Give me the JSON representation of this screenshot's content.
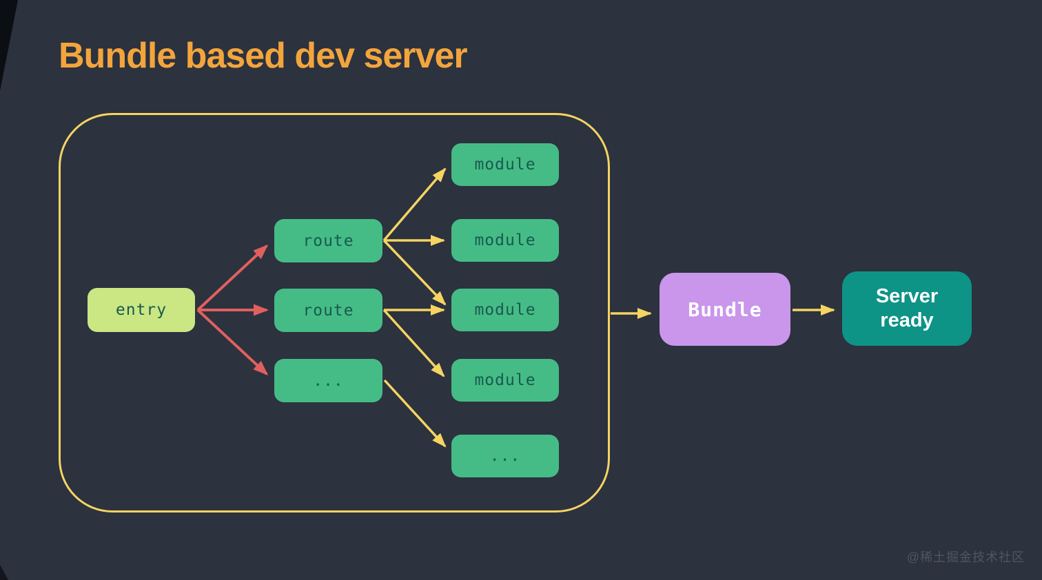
{
  "title": "Bundle based dev server",
  "watermark": "@稀土掘金技术社区",
  "colors": {
    "bg": "#2c323e",
    "orange": "#f3a53d",
    "yellow": "#f5d462",
    "red": "#e0605f",
    "green": "#45bc86",
    "entry": "#cae784",
    "purple": "#c996eb",
    "teal": "#0e9387",
    "node-text": "#185a4f",
    "watermark": "#4f5663"
  },
  "diagram": {
    "nodes": {
      "entry": "entry",
      "route1": "route",
      "route2": "route",
      "route_more": "...",
      "module1": "module",
      "module2": "module",
      "module3": "module",
      "module4": "module",
      "module_more": "...",
      "bundle": "Bundle",
      "server_ready": "Server\nready"
    },
    "edges": [
      {
        "from": "entry",
        "to": "route1",
        "color": "red"
      },
      {
        "from": "entry",
        "to": "route2",
        "color": "red"
      },
      {
        "from": "entry",
        "to": "route_more",
        "color": "red"
      },
      {
        "from": "route1",
        "to": "module1",
        "color": "yellow"
      },
      {
        "from": "route1",
        "to": "module2",
        "color": "yellow"
      },
      {
        "from": "route1",
        "to": "module3",
        "color": "yellow"
      },
      {
        "from": "route2",
        "to": "module3",
        "color": "yellow"
      },
      {
        "from": "route2",
        "to": "module4",
        "color": "yellow"
      },
      {
        "from": "route_more",
        "to": "module_more",
        "color": "yellow"
      },
      {
        "from": "bundler-container",
        "to": "bundle",
        "color": "yellow"
      },
      {
        "from": "bundle",
        "to": "server_ready",
        "color": "yellow"
      }
    ]
  }
}
